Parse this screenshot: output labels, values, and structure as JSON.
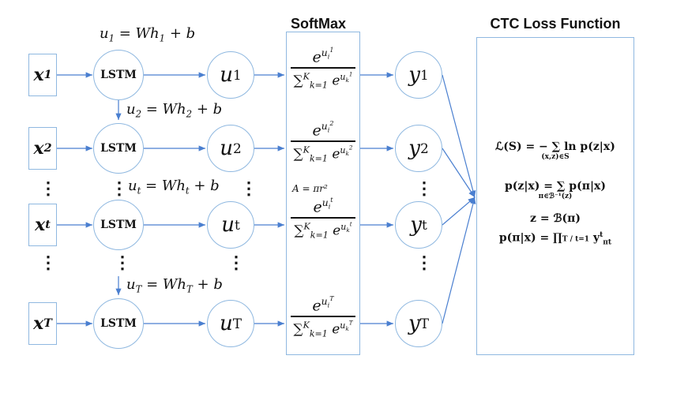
{
  "titles": {
    "softmax": "SoftMax",
    "ctc": "CTC Loss Function"
  },
  "inputs": [
    {
      "base": "x",
      "sub": "1"
    },
    {
      "base": "x",
      "sub": "2"
    },
    {
      "base": "x",
      "sub": "t"
    },
    {
      "base": "x",
      "sub": "T"
    }
  ],
  "lstm_label": "LSTM",
  "u_nodes": [
    {
      "base": "u",
      "sup": "1"
    },
    {
      "base": "u",
      "sup": "2"
    },
    {
      "base": "u",
      "sup": "t"
    },
    {
      "base": "u",
      "sup": "T"
    }
  ],
  "y_nodes": [
    {
      "base": "y",
      "sup": "1"
    },
    {
      "base": "y",
      "sup": "2"
    },
    {
      "base": "y",
      "sup": "t"
    },
    {
      "base": "y",
      "sup": "T"
    }
  ],
  "equations": [
    {
      "lhs": "u",
      "sub": "1",
      "mid": " = Wh",
      "sub2": "1",
      "rhs": " + b"
    },
    {
      "lhs": "u",
      "sub": "2",
      "mid": " = Wh",
      "sub2": "2",
      "rhs": " + b"
    },
    {
      "lhs": "u",
      "sub": "t",
      "mid": " = Wh",
      "sub2": "t",
      "rhs": " + b"
    },
    {
      "lhs": "u",
      "sub": "T",
      "mid": " = Wh",
      "sub2": "T",
      "rhs": " + b"
    }
  ],
  "softmax": [
    {
      "idx": "1"
    },
    {
      "idx": "2"
    },
    {
      "idx": "t"
    },
    {
      "idx": "T"
    }
  ],
  "softmax_parts": {
    "e": "e",
    "u": "u",
    "i": "i",
    "k": "k",
    "sum": "∑",
    "K": "K",
    "k1": "k=1"
  },
  "stray_equation": "A = πr²",
  "ellipsis": "⋮",
  "ctc_formulas": {
    "loss": "ℒ(S) = − ∑ ln p(z|x)",
    "loss_sub": "(x,z)∈S",
    "pzx": "p(z|x) = ∑ p(π|x)",
    "pzx_sub": "π∈ℬ⁻¹(z)",
    "z": "z = ℬ(π)",
    "ppix": "p(π|x) = ∏",
    "ppix_lim": "T / t=1",
    "ppix_tail": "y",
    "ppix_sup": "t",
    "ppix_sub": "πt"
  },
  "colors": {
    "line": "#8fb8e0",
    "arrow": "#4a7fd0"
  }
}
